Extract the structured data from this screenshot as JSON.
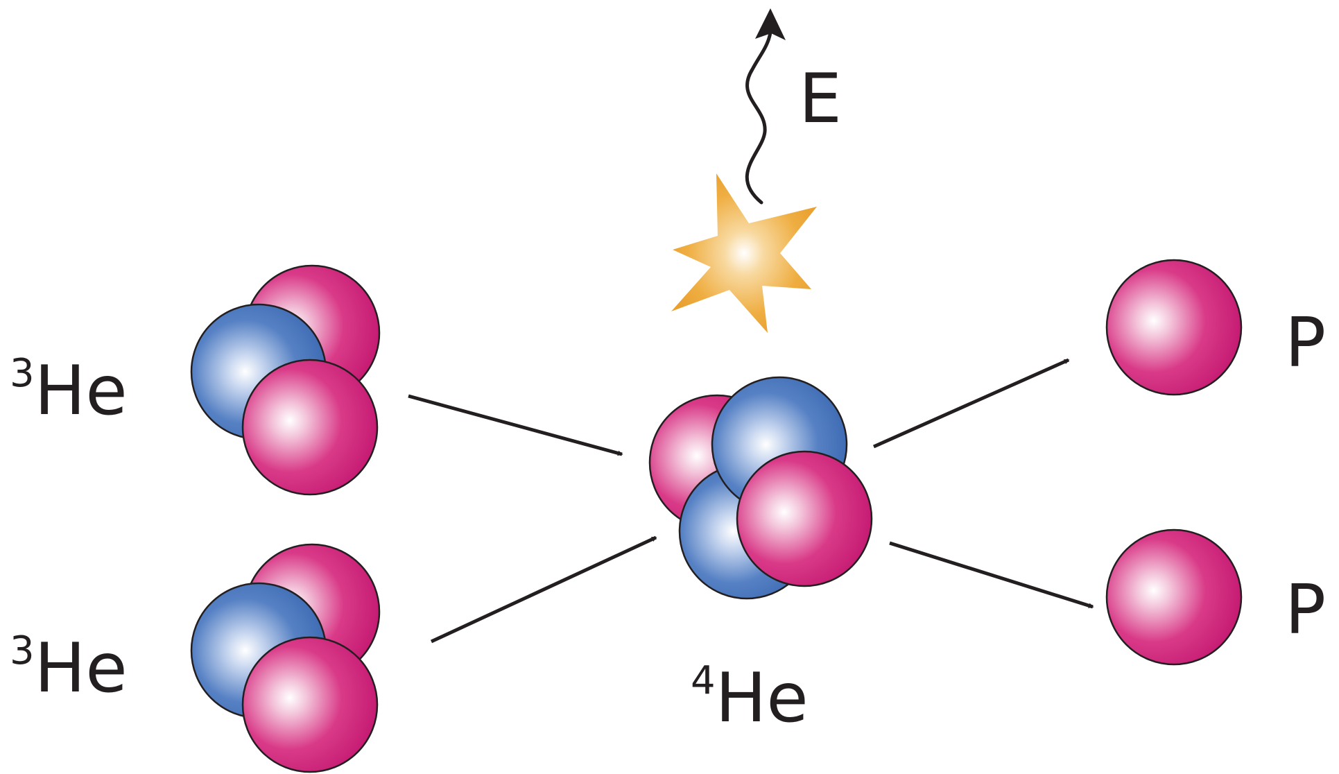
{
  "labels": {
    "reactant_top": {
      "mass": "3",
      "symbol": "He"
    },
    "reactant_bottom": {
      "mass": "3",
      "symbol": "He"
    },
    "product_center": {
      "mass": "4",
      "symbol": "He"
    },
    "energy": "E",
    "proton_top": "P",
    "proton_bottom": "P"
  },
  "colors": {
    "proton": "#d0247a",
    "neutron": "#3f6fb6",
    "energy_star": "#efaa3c",
    "arrow": "#231f20",
    "outline": "#231f20"
  }
}
